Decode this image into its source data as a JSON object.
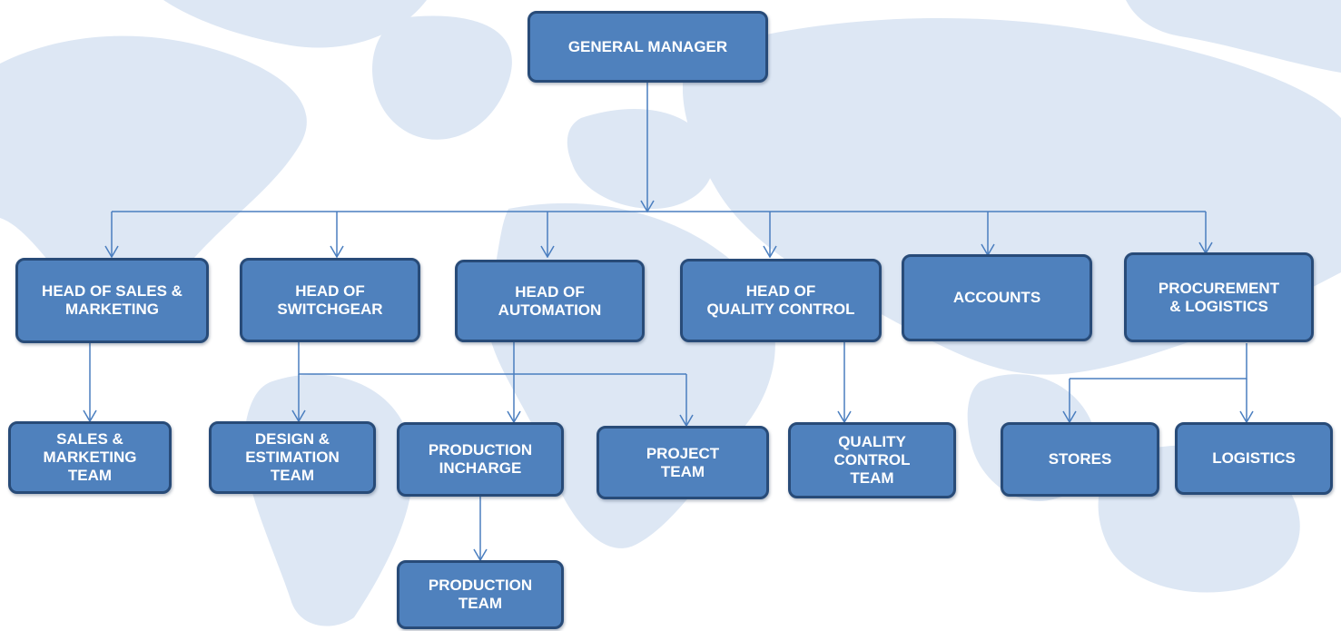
{
  "colors": {
    "box_fill": "#4f81bd",
    "box_border": "#284b78",
    "box_text": "#ffffff",
    "connector": "#4a7ebf",
    "background_map": "#dde7f4"
  },
  "nodes": {
    "general_manager": {
      "lines": [
        "GENERAL MANAGER"
      ]
    },
    "head_sales": {
      "lines": [
        "HEAD OF SALES &",
        "MARKETING"
      ]
    },
    "head_switchgear": {
      "lines": [
        "HEAD OF",
        "SWITCHGEAR"
      ]
    },
    "head_automation": {
      "lines": [
        "HEAD OF",
        "AUTOMATION"
      ]
    },
    "head_qc": {
      "lines": [
        "HEAD OF",
        "QUALITY CONTROL"
      ]
    },
    "accounts": {
      "lines": [
        "ACCOUNTS"
      ]
    },
    "procurement": {
      "lines": [
        "PROCUREMENT",
        "& LOGISTICS"
      ]
    },
    "sales_team": {
      "lines": [
        "SALES &",
        "MARKETING",
        "TEAM"
      ]
    },
    "design_team": {
      "lines": [
        "DESIGN &",
        "ESTIMATION",
        "TEAM"
      ]
    },
    "production_incharge": {
      "lines": [
        "PRODUCTION",
        "INCHARGE"
      ]
    },
    "project_team": {
      "lines": [
        "PROJECT",
        "TEAM"
      ]
    },
    "qc_team": {
      "lines": [
        "QUALITY",
        "CONTROL",
        "TEAM"
      ]
    },
    "stores": {
      "lines": [
        "STORES"
      ]
    },
    "logistics": {
      "lines": [
        "LOGISTICS"
      ]
    },
    "production_team": {
      "lines": [
        "PRODUCTION",
        "TEAM"
      ]
    }
  }
}
